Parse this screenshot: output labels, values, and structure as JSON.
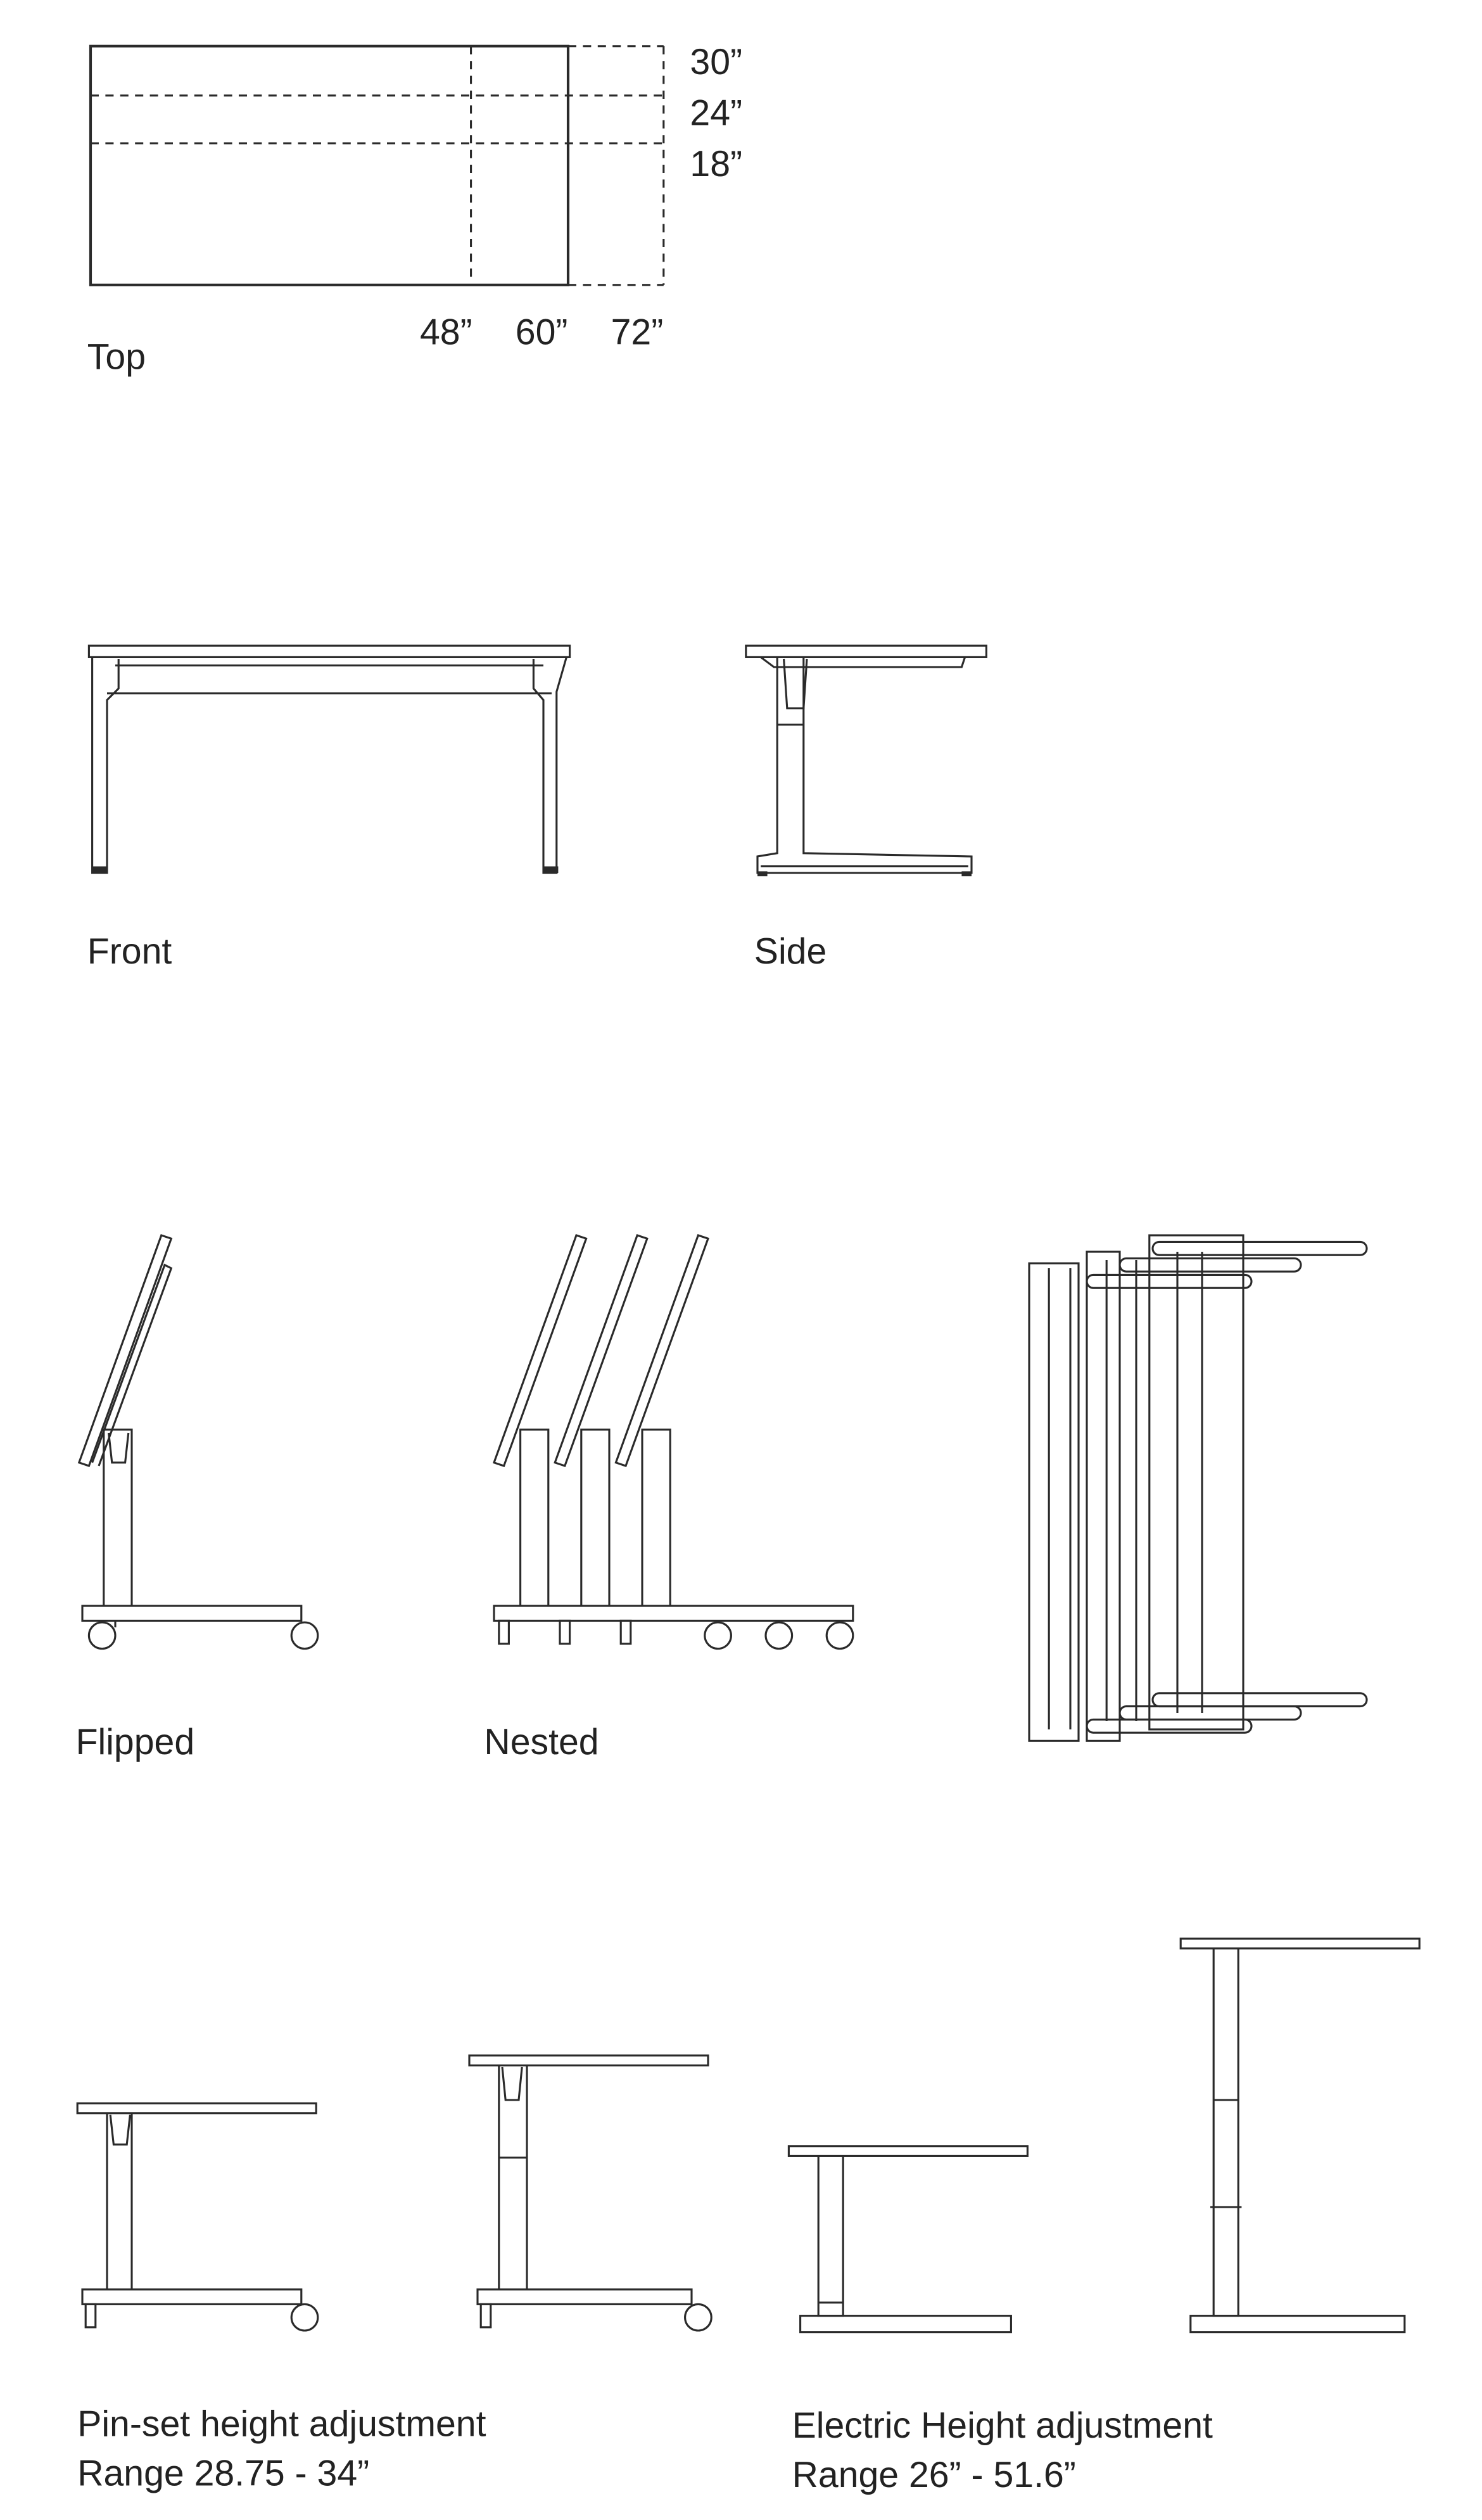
{
  "top_view": {
    "label": "Top",
    "depths": [
      "30”",
      "24”",
      "18”"
    ],
    "widths": [
      "48”",
      "60”",
      "72”"
    ]
  },
  "front_view": {
    "label": "Front"
  },
  "side_view": {
    "label": "Side"
  },
  "flipped_view": {
    "label": "Flipped"
  },
  "nested_view": {
    "label": "Nested"
  },
  "pin_set": {
    "title": "Pin-set height adjustment",
    "range": "Range 28.75 - 34”"
  },
  "electric": {
    "title": "Electric Height adjustment",
    "range": "Range  26” - 51.6”"
  }
}
